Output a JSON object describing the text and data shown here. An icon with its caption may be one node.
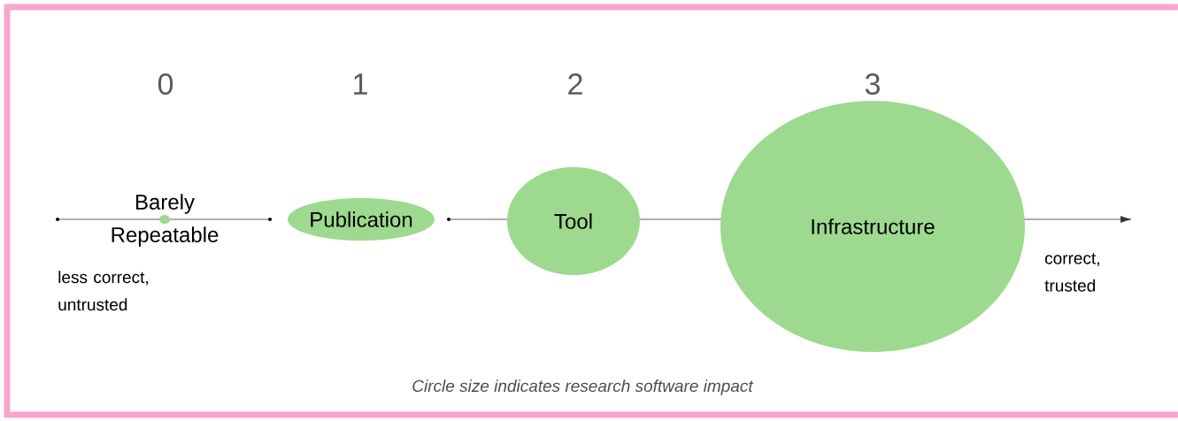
{
  "diagram": {
    "caption": "Circle size indicates research software impact",
    "nodes": [
      {
        "text": [
          "Barely Repeatable"
        ]
      },
      {
        "text": [
          "Publication"
        ]
      },
      {
        "text": [
          "Tool"
        ]
      },
      {
        "text": [
          "Infrastructure"
        ]
      }
    ],
    "labels": [
      "0",
      "1",
      "2",
      "3",
      "less correct, untrusted",
      "correct, trusted"
    ]
  }
}
